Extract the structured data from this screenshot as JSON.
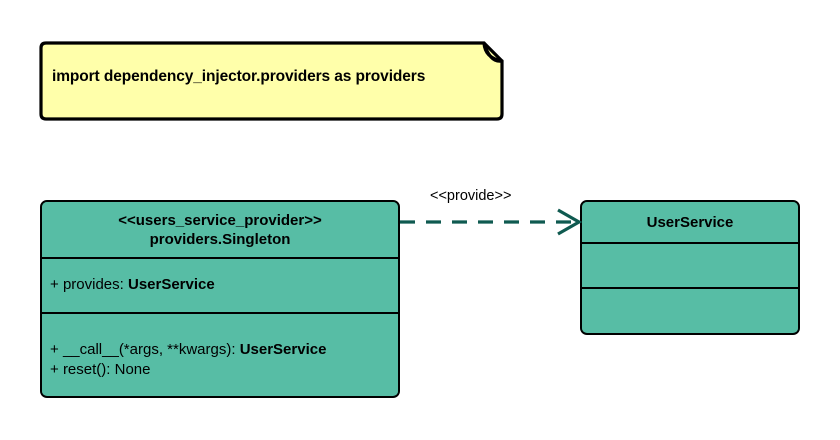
{
  "diagram": {
    "type": "uml-class-diagram",
    "background_color": "#ffffff"
  },
  "note": {
    "name": "import-note",
    "text": "import dependency_injector.providers as providers",
    "fill_color": "#ffffaa",
    "border_color": "#000000",
    "corner_fold": "top-right"
  },
  "classes": [
    {
      "id": "provider",
      "stereotype": "<<users_service_provider>>",
      "name": "providers.Singleton",
      "fill_color": "#57bda5",
      "border_color": "#000000",
      "attributes": [
        {
          "visibility": "+",
          "label": "provides:",
          "type": "UserService"
        }
      ],
      "operations": [
        {
          "visibility": "+",
          "label": "__call__(*args, **kwargs):",
          "type": "UserService",
          "type_bold": true
        },
        {
          "visibility": "+",
          "label": "reset(): None",
          "type": "",
          "type_bold": false
        }
      ]
    },
    {
      "id": "service",
      "stereotype": "",
      "name": "UserService",
      "fill_color": "#57bda5",
      "border_color": "#000000",
      "attributes": [],
      "operations": []
    }
  ],
  "connector": {
    "name": "provide-dependency-arrow",
    "label": "<<provide>>",
    "style": "dashed",
    "arrowhead": "open",
    "color": "#0f5a50",
    "from": "provider",
    "to": "service"
  }
}
